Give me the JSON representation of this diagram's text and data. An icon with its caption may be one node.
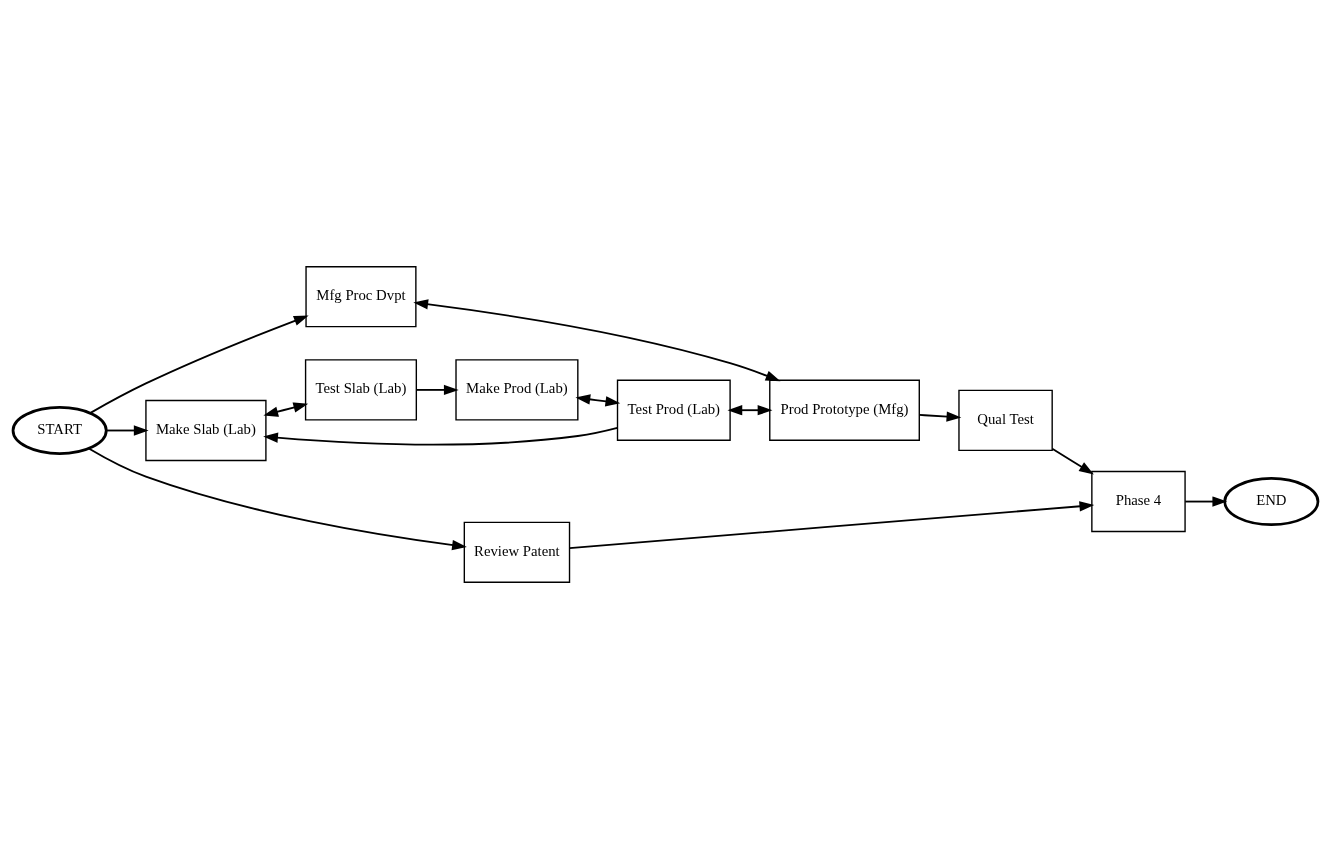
{
  "diagram": {
    "nodes": [
      {
        "text": [
          "START"
        ]
      },
      {
        "text": [
          "Mfg Proc Dvpt"
        ]
      },
      {
        "text": [
          "Make Slab (Lab)"
        ]
      },
      {
        "text": [
          "Test Slab (Lab)"
        ]
      },
      {
        "text": [
          "Make Prod (Lab)"
        ]
      },
      {
        "text": [
          "Test Prod (Lab)"
        ]
      },
      {
        "text": [
          "Review Patent"
        ]
      },
      {
        "text": [
          "Prod Prototype (Mfg)"
        ]
      },
      {
        "text": [
          "Qual Test"
        ]
      },
      {
        "text": [
          "Phase 4"
        ]
      },
      {
        "text": [
          "END"
        ]
      }
    ],
    "edges": [
      {
        "from": 0,
        "to": 1,
        "arrow": "to"
      },
      {
        "from": 0,
        "to": 2,
        "arrow": "to"
      },
      {
        "from": 0,
        "to": 6,
        "arrow": "to"
      },
      {
        "from": 1,
        "to": 7,
        "arrow": "both"
      },
      {
        "from": 2,
        "to": 3,
        "arrow": "both"
      },
      {
        "from": 3,
        "to": 4,
        "arrow": "to"
      },
      {
        "from": 5,
        "to": 2,
        "arrow": "to"
      },
      {
        "from": 4,
        "to": 5,
        "arrow": "both"
      },
      {
        "from": 5,
        "to": 7,
        "arrow": "both"
      },
      {
        "from": 7,
        "to": 8,
        "arrow": "to"
      },
      {
        "from": 8,
        "to": 9,
        "arrow": "to"
      },
      {
        "from": 6,
        "to": 9,
        "arrow": "to"
      },
      {
        "from": 9,
        "to": 10,
        "arrow": "to"
      }
    ]
  }
}
